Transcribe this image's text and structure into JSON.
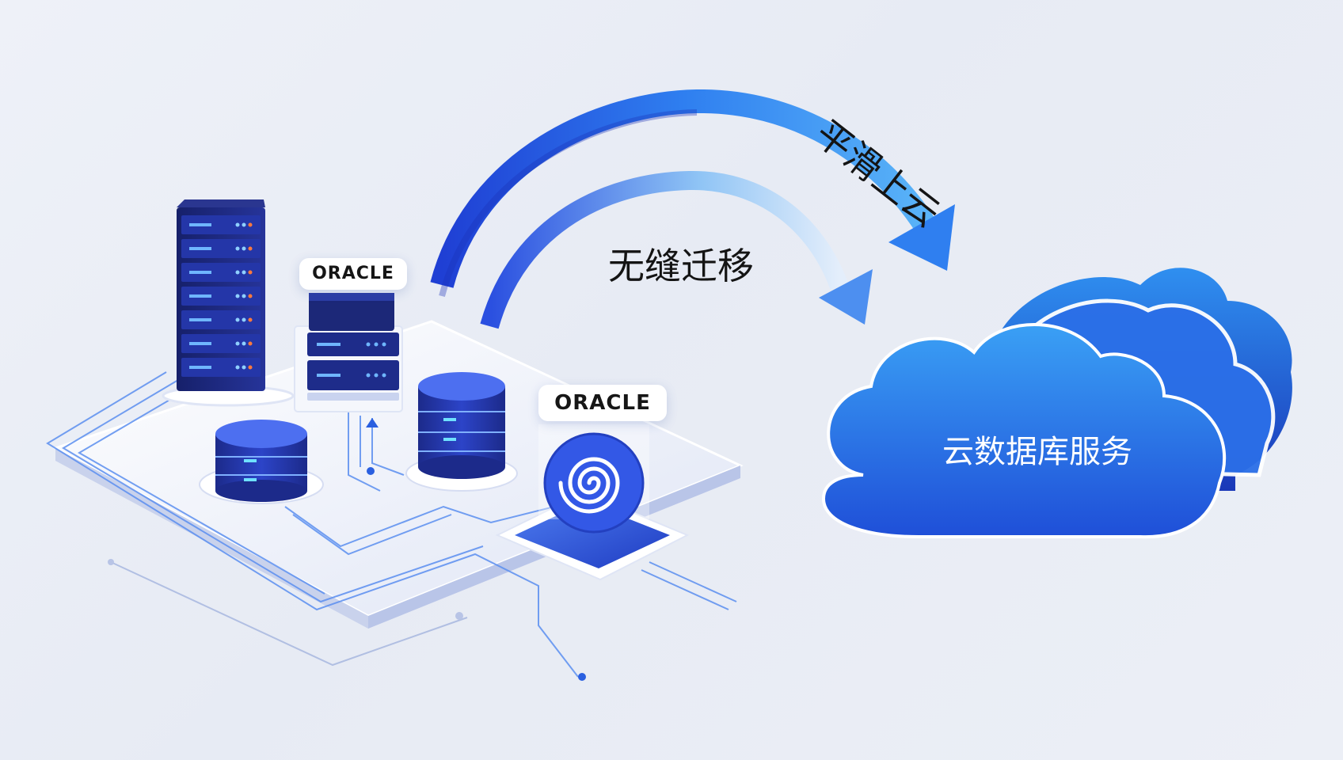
{
  "labels": {
    "oracle_1": "ORACLE",
    "oracle_2": "ORACLE",
    "seamless_migration": "无缝迁移",
    "smooth_to_cloud": "平滑上云",
    "cloud_service": "云数据库服务"
  },
  "colors": {
    "primary_blue": "#2a5fe0",
    "deep_navy": "#1a2a7a",
    "light_blue": "#5aa8f5",
    "background": "#eceff6"
  },
  "icons": [
    "server-rack-icon",
    "database-icon",
    "oracle-spiral-icon",
    "cloud-icon",
    "arrow-icon"
  ]
}
